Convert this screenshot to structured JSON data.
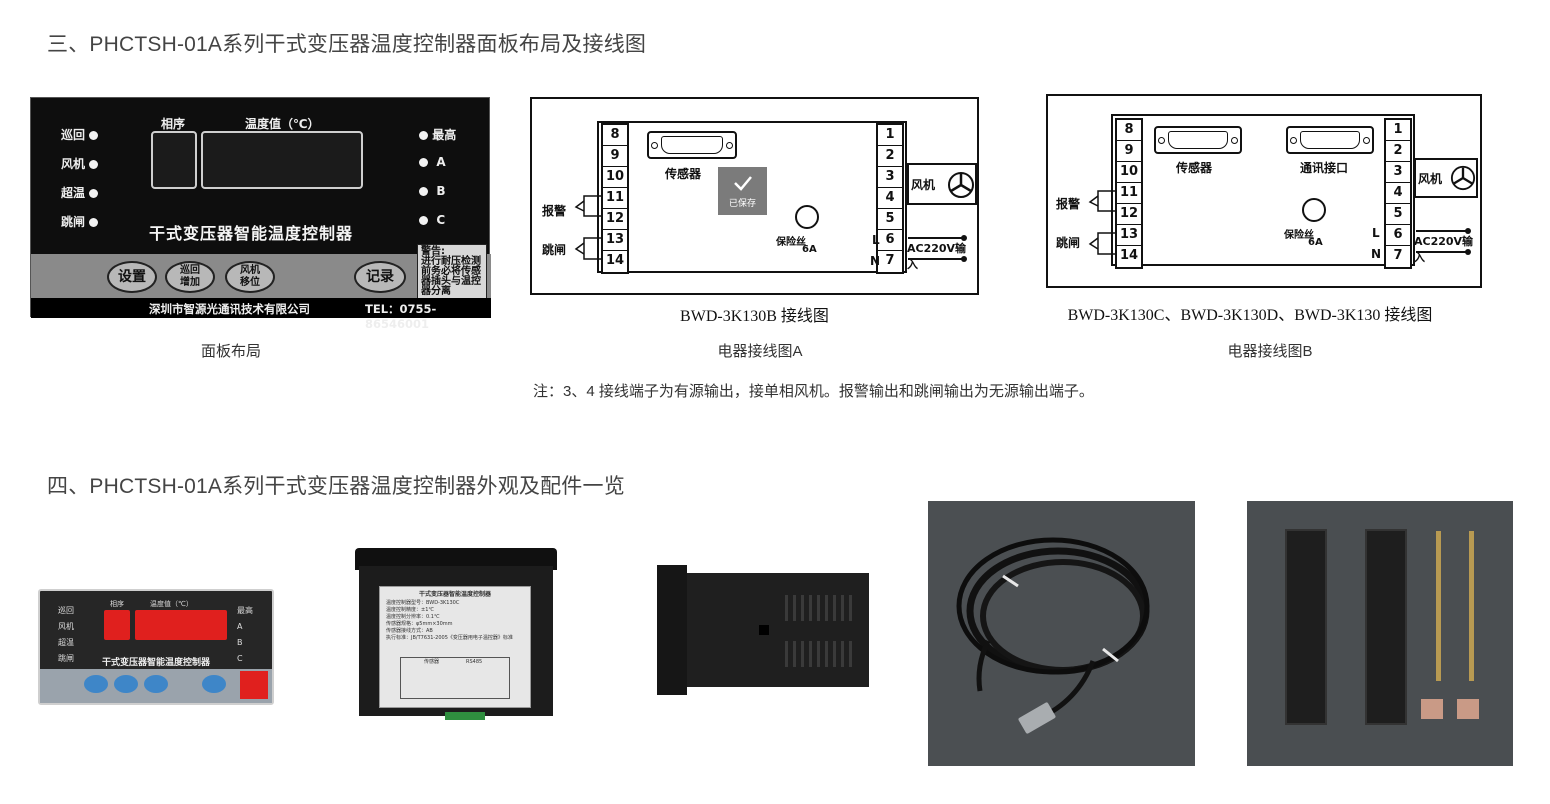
{
  "sections": [
    {
      "heading": "三、PHCTSH-01A系列干式变压器温度控制器面板布局及接线图"
    },
    {
      "heading": "四、PHCTSH-01A系列干式变压器温度控制器外观及配件一览"
    }
  ],
  "panel": {
    "caption": "面板布局",
    "left_leds": [
      "巡回",
      "风机",
      "超温",
      "跳闸"
    ],
    "right_leds": [
      "最高",
      "A",
      "B",
      "C"
    ],
    "phase_label": "相序",
    "temp_label": "温度值（℃）",
    "title": "干式变压器智能温度控制器",
    "buttons": {
      "set": "设置",
      "cycle": "巡回",
      "inc": "增加",
      "fan": "风机",
      "shift": "移位",
      "record": "记录"
    },
    "warning_title": "警告:",
    "warning_lines": [
      "进行耐压检测",
      "前务必将传感",
      "器插头与温控",
      "器分离"
    ],
    "company": "深圳市智源光通讯技术有限公司",
    "phone": "TEL：0755-86546001"
  },
  "diagram_a": {
    "caption_model": "BWD-3K130B 接线图",
    "caption": "电器接线图A",
    "left_terms": [
      "8",
      "9",
      "10",
      "11",
      "12",
      "13",
      "14"
    ],
    "right_terms": [
      "1",
      "2",
      "3",
      "4",
      "5",
      "6",
      "7"
    ],
    "sensor": "传感器",
    "fuse": "保险丝",
    "fuse_rating": "6A",
    "alarm": "报警",
    "trip": "跳闸",
    "fan": "风机",
    "power": "AC220V输入",
    "line_l": "L",
    "line_n": "N",
    "toast": "已保存"
  },
  "diagram_b": {
    "caption_model": "BWD-3K130C、BWD-3K130D、BWD-3K130 接线图",
    "caption": "电器接线图B",
    "left_terms": [
      "8",
      "9",
      "10",
      "11",
      "12",
      "13",
      "14"
    ],
    "right_terms": [
      "1",
      "2",
      "3",
      "4",
      "5",
      "6",
      "7"
    ],
    "sensor": "传感器",
    "comm": "通讯接口",
    "fuse": "保险丝",
    "fuse_rating": "6A",
    "alarm": "报警",
    "trip": "跳闸",
    "fan": "风机",
    "power": "AC220V输入",
    "line_l": "L",
    "line_n": "N"
  },
  "note": "注：3、4 接线端子为有源输出，接单相风机。报警输出和跳闸输出为无源输出端子。",
  "photo_front": {
    "left_leds": [
      "巡回",
      "风机",
      "超温",
      "跳闸"
    ],
    "right_leds": [
      "最高",
      "A",
      "B",
      "C"
    ],
    "phase_label": "相序",
    "temp_label": "温度值（℃）",
    "title": "干式变压器智能温度控制器"
  },
  "photo_back": {
    "label_title": "干式变压器智能温度控制器",
    "label_lines": [
      "温度控制器型号：BWD-3K130C",
      "温度控制精度：±1℃",
      "温度控制分辨率：0.1℃",
      "传感器规格：φ5mm×30mm",
      "传感器接线方式：AB",
      "执行标准：JB/T7631-2005《变压器用电子温控器》标准"
    ],
    "sensor_label": "传感器",
    "comm_label": "RS485"
  },
  "colors": {
    "accent_red": "#e0201e",
    "panel_black": "#0e0e0e",
    "panel_grey": "#8a8a8a",
    "button_blue": "#3e86c8"
  }
}
